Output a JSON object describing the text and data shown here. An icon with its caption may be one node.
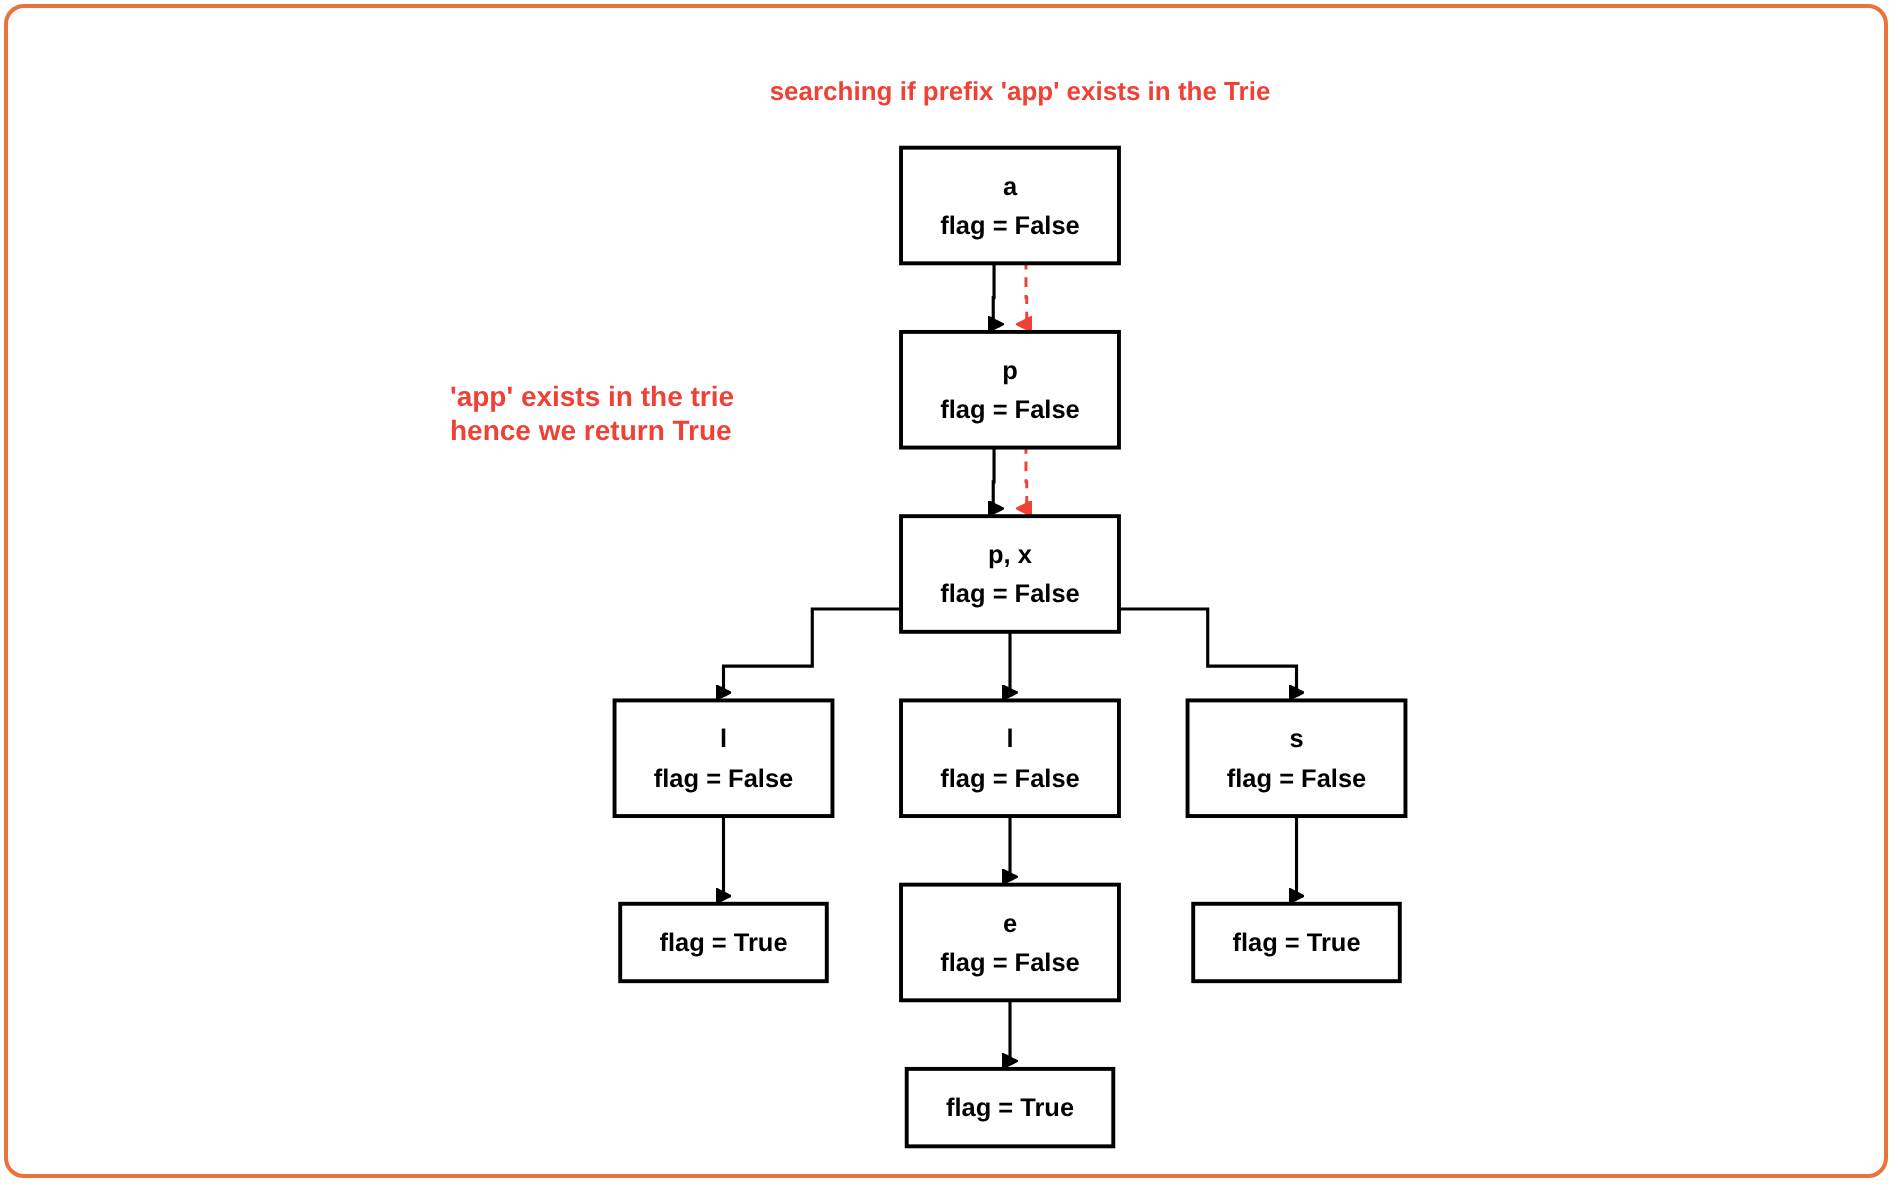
{
  "diagram": {
    "title": "searching if prefix 'app' exists in the Trie",
    "nodes": [
      {
        "text": [
          "a",
          "flag = False"
        ]
      },
      {
        "text": [
          "p",
          "flag = False"
        ]
      },
      {
        "text": [
          "p, x",
          "flag = False"
        ]
      },
      {
        "text": [
          "l",
          "flag = False"
        ]
      },
      {
        "text": [
          "flag = True"
        ]
      },
      {
        "text": [
          "l",
          "flag = False"
        ]
      },
      {
        "text": [
          "s",
          "flag = False"
        ]
      },
      {
        "text": [
          "e",
          "flag = False"
        ]
      },
      {
        "text": [
          "flag = True"
        ]
      },
      {
        "text": [
          "flag = True"
        ]
      }
    ],
    "edges": [
      {
        "from": 0,
        "to": 1,
        "arrow": "to"
      },
      {
        "from": 0,
        "to": 1,
        "arrow": "to",
        "style": "dashed",
        "color": "#ef4136"
      },
      {
        "from": 1,
        "to": 2,
        "arrow": "to"
      },
      {
        "from": 1,
        "to": 2,
        "arrow": "to",
        "style": "dashed",
        "color": "#ef4136"
      },
      {
        "from": 2,
        "to": 3,
        "arrow": "to"
      },
      {
        "from": 3,
        "to": 4,
        "arrow": "to"
      },
      {
        "from": 2,
        "to": 5,
        "arrow": "to"
      },
      {
        "from": 2,
        "to": 6,
        "arrow": "to"
      },
      {
        "from": 5,
        "to": 7,
        "arrow": "to"
      },
      {
        "from": 6,
        "to": 8,
        "arrow": "to"
      },
      {
        "from": 7,
        "to": 9,
        "arrow": "to"
      }
    ],
    "labels": [
      "'app' exists in the trie hence we return True"
    ]
  }
}
